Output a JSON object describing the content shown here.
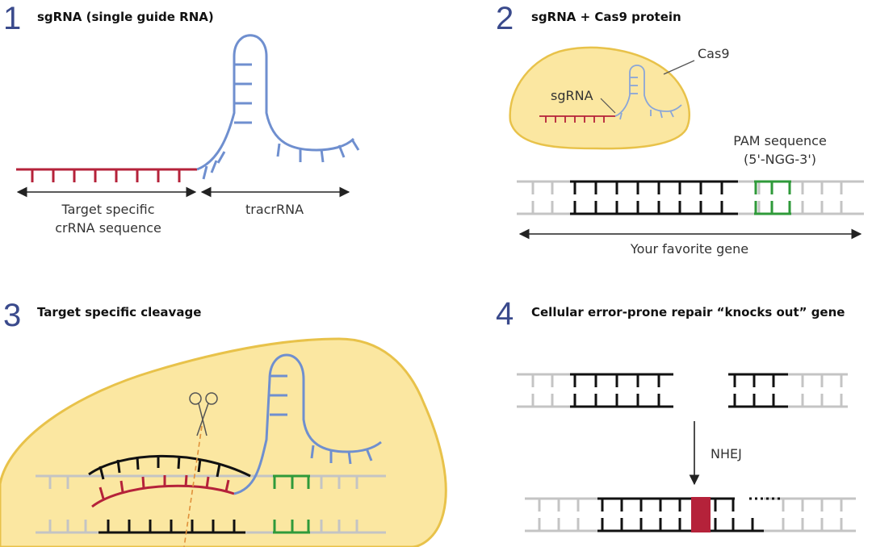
{
  "panels": [
    {
      "number": "1",
      "title": "sgRNA (single guide RNA)"
    },
    {
      "number": "2",
      "title": "sgRNA + Cas9 protein"
    },
    {
      "number": "3",
      "title": "Target specific cleavage"
    },
    {
      "number": "4",
      "title": "Cellular error-prone repair “knocks out” gene"
    }
  ],
  "panel1": {
    "crrna_label_line1": "Target specific",
    "crrna_label_line2": "crRNA sequence",
    "tracrrna_label": "tracrRNA"
  },
  "panel2": {
    "cas9_label": "Cas9",
    "sgrna_label": "sgRNA",
    "pam_label_line1": "PAM sequence",
    "pam_label_line2": "(5'-NGG-3')",
    "gene_label": "Your favorite gene"
  },
  "panel4": {
    "nhej_label": "NHEJ"
  },
  "colors": {
    "crrna": "#b5223a",
    "tracrrna": "#6f8fcf",
    "dna_target": "#111111",
    "dna_background": "#c4c4c4",
    "pam": "#2f9a3a",
    "cas9_fill": "#fbe7a1",
    "cas9_stroke": "#e8c24a",
    "indel": "#b5223a"
  }
}
